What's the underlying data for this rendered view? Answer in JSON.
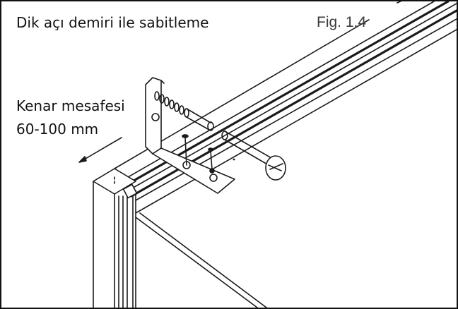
{
  "title": "Dik açı demiri ile sabitleme",
  "figure_number": "Fig. 1.4",
  "edge_distance": {
    "line1": "Kenar mesafesi",
    "line2": "60-100 mm"
  },
  "colors": {
    "line": "#1a1a1a",
    "label_gray": "#3a3a3a",
    "background": "#ffffff"
  },
  "icons": [
    "direction-arrow-icon",
    "screw-icon",
    "bolt-icon"
  ]
}
